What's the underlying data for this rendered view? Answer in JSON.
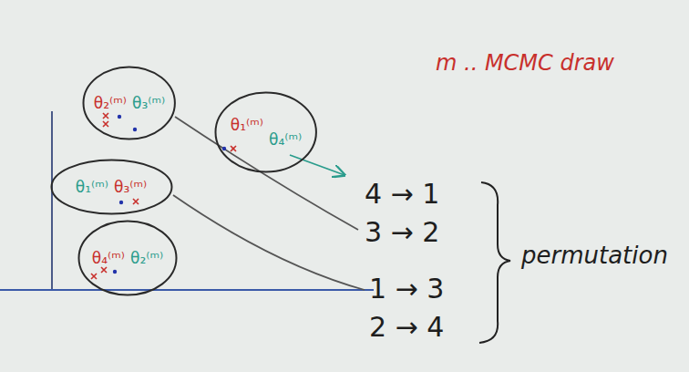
{
  "diagram": {
    "nodes": [
      {
        "text": [
          "θ₂⁽ᵐ⁾",
          "θ₃⁽ᵐ⁾"
        ]
      },
      {
        "text": [
          "θ₁⁽ᵐ⁾",
          "θ₄⁽ᵐ⁾"
        ]
      },
      {
        "text": [
          "θ₁⁽ᵐ⁾",
          "θ₃⁽ᵐ⁾"
        ]
      },
      {
        "text": [
          "θ₄⁽ᵐ⁾",
          "θ₂⁽ᵐ⁾"
        ]
      }
    ],
    "labels": [
      "m .. MCMC draw",
      "4 → 1",
      "3 → 2",
      "1 → 3",
      "2 → 4",
      "permutation"
    ]
  }
}
